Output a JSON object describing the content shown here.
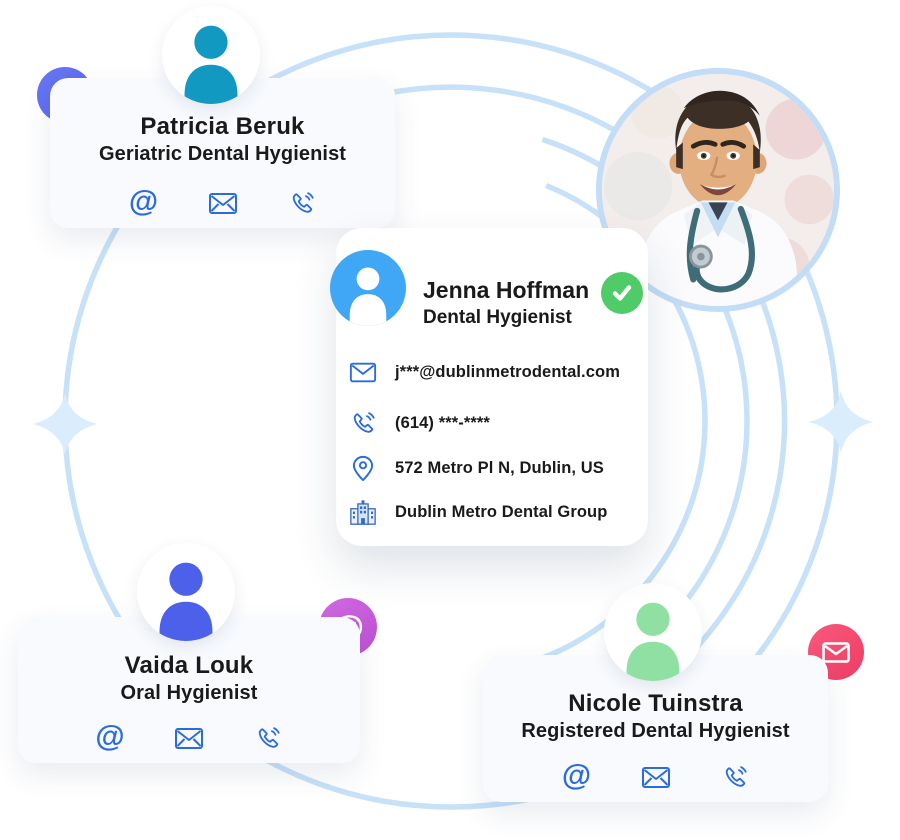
{
  "cards": {
    "patricia": {
      "name": "Patricia Beruk",
      "role": "Geriatric Dental Hygienist"
    },
    "jenna": {
      "name": "Jenna Hoffman",
      "role": "Dental Hygienist",
      "email": "j***@dublinmetrodental.com",
      "phone": "(614) ***-****",
      "address": "572 Metro Pl N, Dublin, US",
      "company": "Dublin Metro Dental Group"
    },
    "vaida": {
      "name": "Vaida Louk",
      "role": "Oral Hygienist"
    },
    "nicole": {
      "name": "Nicole Tuinstra",
      "role": "Registered Dental Hygienist"
    }
  },
  "glyphs": {
    "at": "@"
  },
  "icons": {
    "card_actions": [
      "at-icon",
      "envelope-icon",
      "phone-icon"
    ],
    "jenna_rows": [
      "envelope-icon",
      "phone-icon",
      "location-pin-icon",
      "building-icon"
    ],
    "floating_badges": [
      "phone-waves-icon",
      "at-icon",
      "mail-icon"
    ],
    "photo_badge": "check-icon"
  },
  "colors": {
    "ring": "#c7e1f8",
    "sparkle": "#d9edfd",
    "icon_blue": "#2a6bde",
    "text": "#1a1a1a",
    "teal_avatar": "#1199c2",
    "jenna_avatar_bg": "#3fa7f6",
    "royal_avatar": "#4c60e9",
    "green_avatar": "#8fe0a2",
    "phone_badge": "#5d6bf0",
    "at_badge": "#c75ed9",
    "mail_badge": "#f3486d",
    "check_badge": "#4fcb68",
    "photo_border": "#c3ddf6"
  }
}
